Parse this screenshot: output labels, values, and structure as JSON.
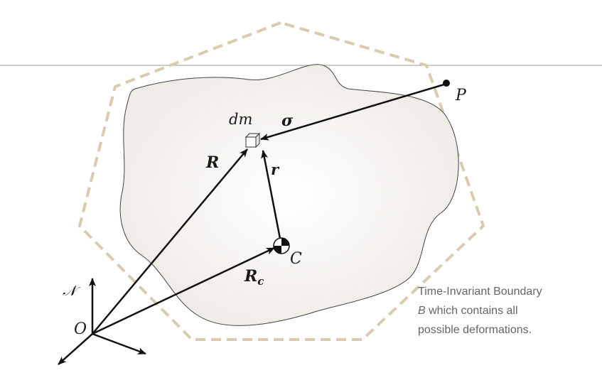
{
  "colors": {
    "boundary": "#d8ccb0",
    "body_edge": "#444444",
    "body_fill_center": "#ffffff",
    "body_fill_edge": "#efebe6",
    "ink": "#111111",
    "rule_line": "#999999",
    "note_text": "#666666"
  },
  "labels": {
    "frame": "𝒩",
    "origin": "O",
    "point_p": "P",
    "mass_element": "dm",
    "sigma": "σ",
    "big_r": "R",
    "small_r": "r",
    "center": "C",
    "rc_main": "R",
    "rc_sub": "c"
  },
  "note": {
    "line1": "Time-Invariant Boundary",
    "line2_italic": "B",
    "line2_rest": " which contains all",
    "line3": "possible deformations."
  }
}
